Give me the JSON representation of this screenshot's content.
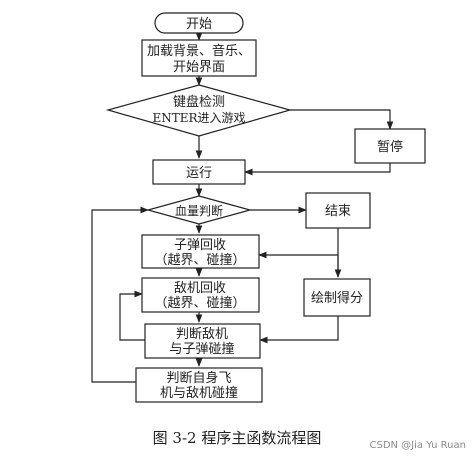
{
  "nodes": {
    "start": "开始",
    "load_line1": "加载背景、音乐、",
    "load_line2": "开始界面",
    "keyboard_line1": "键盘检测",
    "keyboard_line2": "ENTER进入游戏",
    "pause": "暂停",
    "run": "运行",
    "health": "血量判断",
    "end": "结束",
    "bullet_line1": "子弹回收",
    "bullet_line2": "（越界、碰撞）",
    "enemy_line1": "敌机回收",
    "enemy_line2": "（越界、碰撞）",
    "score": "绘制得分",
    "enemy_hit_line1": "判断敌机",
    "enemy_hit_line2": "与子弹碰撞",
    "self_hit_line1": "判断自身飞",
    "self_hit_line2": "机与敌机碰撞"
  },
  "caption": "图 3-2    程序主函数流程图",
  "watermark": "CSDN @Jia Yu Ruan"
}
